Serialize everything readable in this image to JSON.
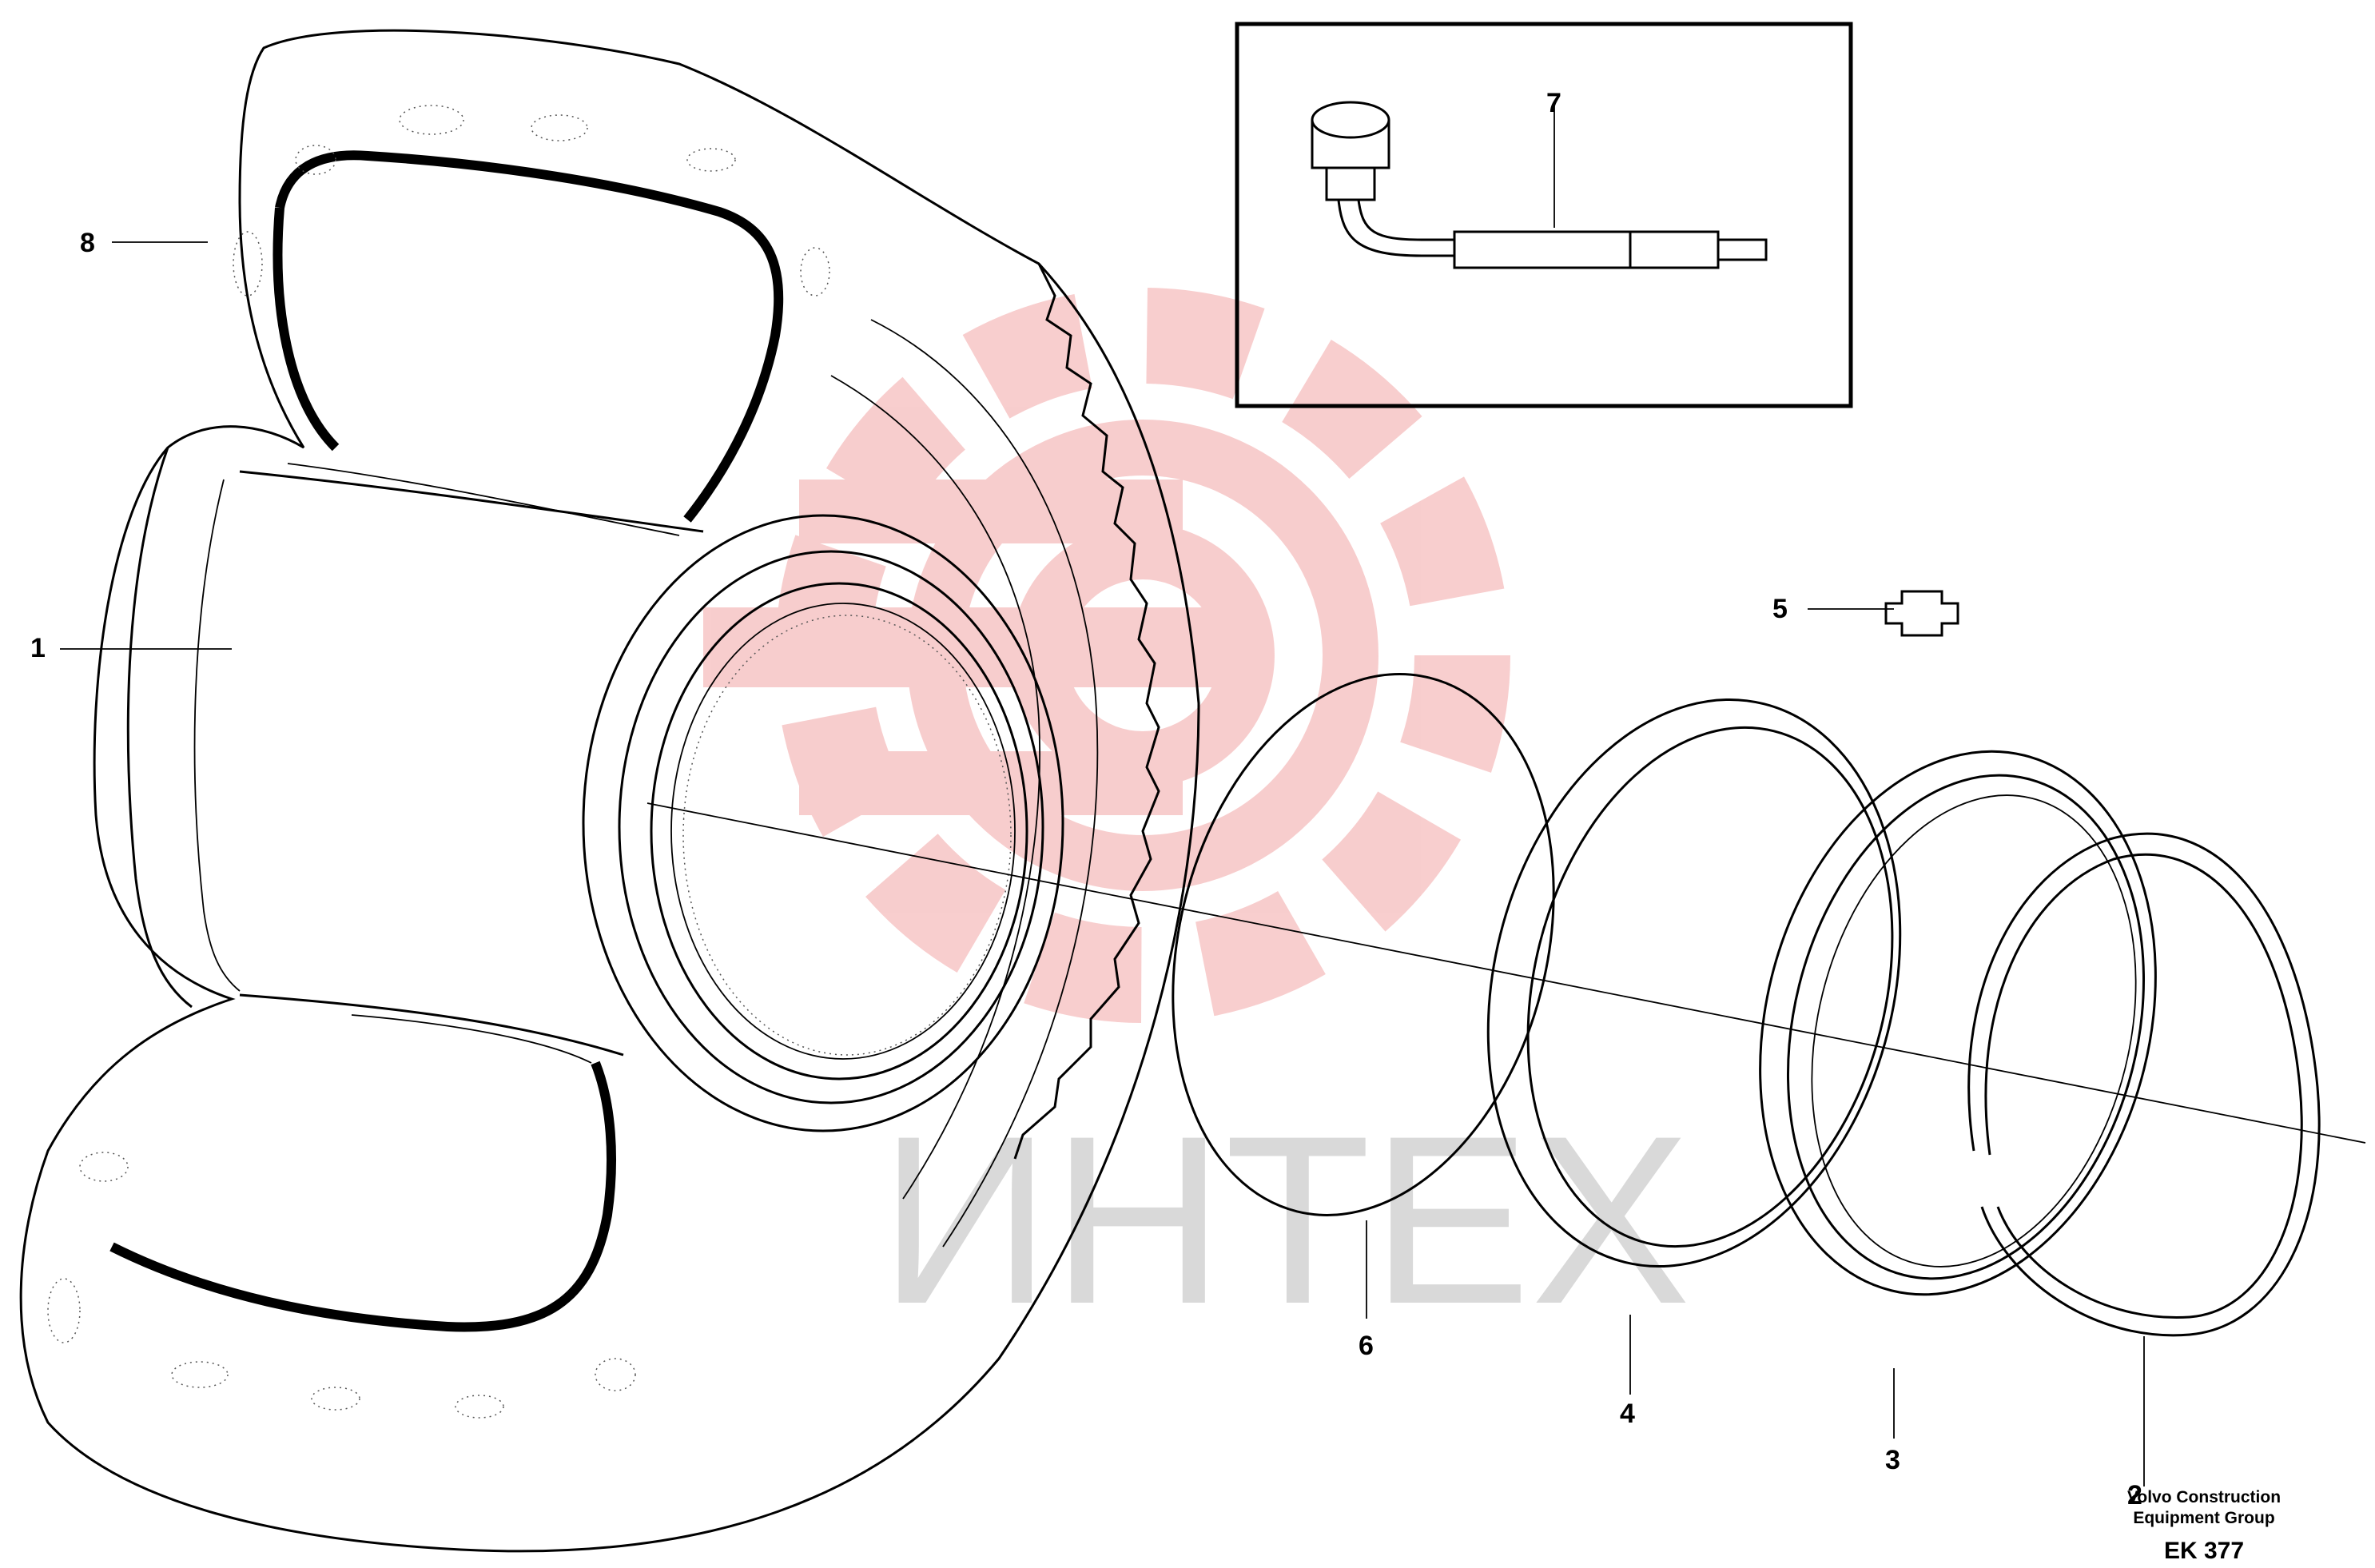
{
  "callouts": [
    "1",
    "2",
    "3",
    "4",
    "5",
    "6",
    "7",
    "8"
  ],
  "caption": {
    "line1": "Volvo Construction",
    "line2": "Equipment Group"
  },
  "drawing_code": "EK 377",
  "watermark": {
    "text": "ИНТЕХ",
    "color": "#f2a6a6"
  }
}
